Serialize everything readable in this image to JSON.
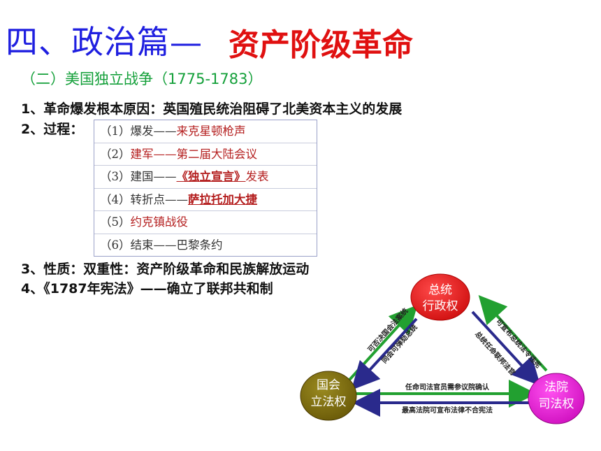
{
  "title": {
    "main": "四、政治篇—",
    "sub": "资产阶级革命"
  },
  "section": "（二）美国独立战争（1775-1783）",
  "point1": "1、革命爆发根本原因：英国殖民统治阻碍了北美资本主义的发展",
  "point2_label": "2、过程：",
  "steps": [
    {
      "prefix": "（1）爆发——",
      "text": "来克星顿枪声"
    },
    {
      "prefix": "（2）",
      "text": "建军——第二届大陆会议"
    },
    {
      "prefix": "（3）建国——",
      "text": "《独立宣言》",
      "suffix": "发表"
    },
    {
      "prefix": "（4）转折点——",
      "text": "萨拉托加大捷"
    },
    {
      "prefix": "（5）",
      "text": "约克镇战役"
    },
    {
      "prefix": "（6）结束——",
      "text": "巴黎条约"
    }
  ],
  "point3": "3、性质：双重性：资产阶级革命和民族解放运动",
  "point4": "4、《1787年宪法》——确立了联邦共和制",
  "diagram": {
    "president": {
      "line1": "总统",
      "line2": "行政权"
    },
    "congress": {
      "line1": "国会",
      "line2": "立法权"
    },
    "court": {
      "line1": "法院",
      "line2": "司法权"
    },
    "arrow_congress_pres_a": "可否决国会法案统",
    "arrow_congress_pres_b": "同会可弹劾总统",
    "arrow_court_pres_a": "可宣布总统法令违宪",
    "arrow_court_pres_b": "总统任命联邦法官",
    "arrow_pres_court": "任命司法官员需参议院确认",
    "arrow_court_congress": "最高法院可宣布法律不合宪法"
  },
  "colors": {
    "title_blue": "#1f1fe0",
    "title_red": "#e01010",
    "section_green": "#14a03a",
    "president": "#e01a1a",
    "congress": "#7a6a10",
    "court": "#e020d0",
    "arrow_blue": "#2a2a8c",
    "arrow_green": "#22a030"
  }
}
